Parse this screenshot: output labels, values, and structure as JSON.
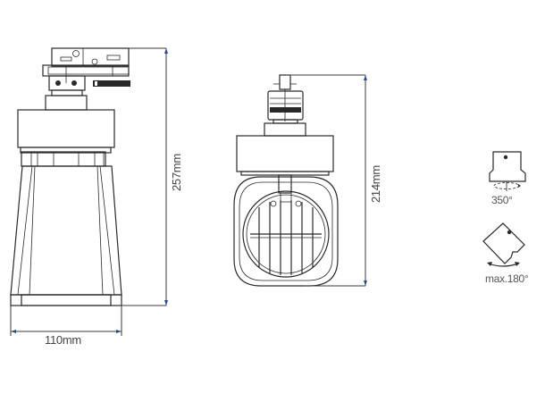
{
  "drawing": {
    "side_view": {
      "height_label": "257mm",
      "width_label": "110mm"
    },
    "front_view": {
      "height_label": "214mm"
    },
    "rotation_icons": [
      {
        "name": "horizontal-rotation",
        "label": "350°"
      },
      {
        "name": "vertical-tilt",
        "label": "max.180°"
      }
    ],
    "colors": {
      "line": "#2a2a2a",
      "dimension_arrow": "#2b4a8a",
      "text": "#444444"
    }
  }
}
